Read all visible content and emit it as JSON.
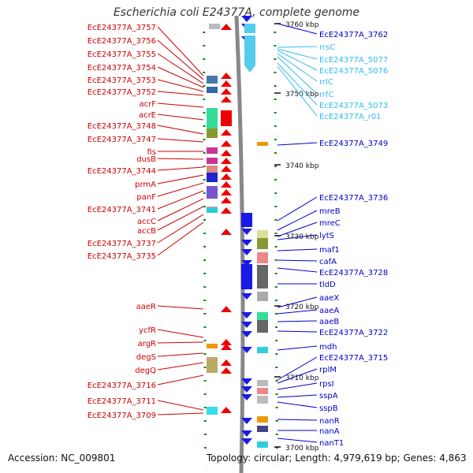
{
  "title": "Escherichia coli E24377A, complete genome",
  "footer": {
    "accession": "Accession: NC_009801",
    "summary": "Topology: circular; Length: 4,979,619 bp; Genes: 4,863"
  },
  "colors": {
    "left_labels": "#cc0000",
    "right_labels": "#0000cc",
    "rrna_labels": "#33bbee",
    "genome_axis": "#888888",
    "tick": "#118811"
  },
  "kbp_ticks": [
    {
      "label": "3760 kbp"
    },
    {
      "label": "3750 kbp"
    },
    {
      "label": "3740 kbp"
    },
    {
      "label": "3730 kbp"
    },
    {
      "label": "3720 kbp"
    },
    {
      "label": "3710 kbp"
    },
    {
      "label": "3700 kbp"
    }
  ],
  "left_genes": [
    "EcE24377A_3757",
    "EcE24377A_3756",
    "EcE24377A_3755",
    "EcE24377A_3754",
    "EcE24377A_3753",
    "EcE24377A_3752",
    "acrF",
    "acrE",
    "EcE24377A_3748",
    "EcE24377A_3747",
    "fis",
    "dusB",
    "EcE24377A_3744",
    "prmA",
    "panF",
    "EcE24377A_3741",
    "accC",
    "accB",
    "EcE24377A_3737",
    "EcE24377A_3735",
    "aaeR",
    "ycfR",
    "argR",
    "degS",
    "degQ",
    "EcE24377A_3716",
    "EcE24377A_3711",
    "EcE24377A_3709"
  ],
  "right_genes": [
    {
      "name": "EcE24377A_3762",
      "type": "gene"
    },
    {
      "name": "rrsC",
      "type": "rrna"
    },
    {
      "name": "EcE24377A_5077",
      "type": "rrna"
    },
    {
      "name": "EcE24377A_5076",
      "type": "rrna"
    },
    {
      "name": "rrlC",
      "type": "rrna"
    },
    {
      "name": "rrfC",
      "type": "rrna"
    },
    {
      "name": "EcE24377A_5073",
      "type": "rrna"
    },
    {
      "name": "EcE24377A_r01",
      "type": "rrna"
    },
    {
      "name": "EcE24377A_3749",
      "type": "gene"
    },
    {
      "name": "EcE24377A_3736",
      "type": "gene"
    },
    {
      "name": "mreB",
      "type": "gene"
    },
    {
      "name": "mreC",
      "type": "gene"
    },
    {
      "name": "lytS",
      "type": "gene"
    },
    {
      "name": "maf1",
      "type": "gene"
    },
    {
      "name": "cafA",
      "type": "gene"
    },
    {
      "name": "EcE24377A_3728",
      "type": "gene"
    },
    {
      "name": "tldD",
      "type": "gene"
    },
    {
      "name": "aaeX",
      "type": "gene"
    },
    {
      "name": "aaeA",
      "type": "gene"
    },
    {
      "name": "aaeB",
      "type": "gene"
    },
    {
      "name": "EcE24377A_3722",
      "type": "gene"
    },
    {
      "name": "mdh",
      "type": "gene"
    },
    {
      "name": "EcE24377A_3715",
      "type": "gene"
    },
    {
      "name": "rplM",
      "type": "gene"
    },
    {
      "name": "rpsI",
      "type": "gene"
    },
    {
      "name": "sspA",
      "type": "gene"
    },
    {
      "name": "sspB",
      "type": "gene"
    },
    {
      "name": "nanR",
      "type": "gene"
    },
    {
      "name": "nanA",
      "type": "gene"
    },
    {
      "name": "nanT1",
      "type": "gene"
    }
  ]
}
